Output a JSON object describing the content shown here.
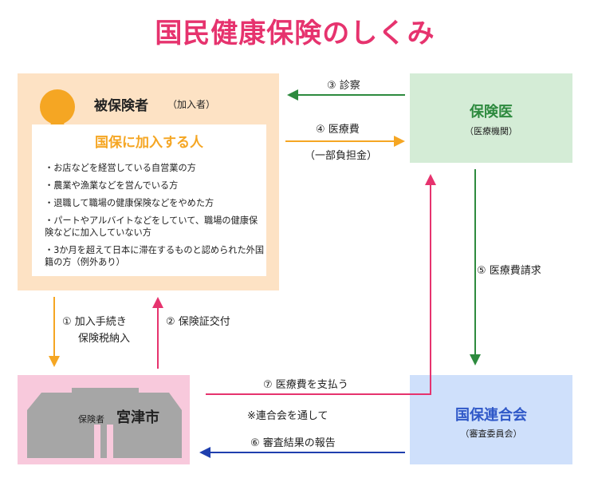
{
  "title": "国民健康保険のしくみ",
  "insured": {
    "title": "被保険者",
    "subtitle": "（加入者）",
    "heading": "国保に加入する人",
    "criteria": [
      "・お店などを経営している自営業の方",
      "・農業や漁業などを営んでいる方",
      "・退職して職場の健康保険などをやめた方",
      "・パートやアルバイトなどをしていて、職場の健康保険などに加入していない方",
      "・3か月を超えて日本に滞在するものと認められた外国籍の方（例外あり）"
    ]
  },
  "provider": {
    "title": "保険医",
    "subtitle": "（医療機関）"
  },
  "federation": {
    "title": "国保連合会",
    "subtitle": "（審査委員会）"
  },
  "insurer": {
    "label": "保険者",
    "name": "宮津市"
  },
  "flows": {
    "f1_line1": "① 加入手続き",
    "f1_line2": "保険税納入",
    "f2": "② 保険証交付",
    "f3": "③ 診察",
    "f4_line1": "④ 医療費",
    "f4_line2": "（一部負担金）",
    "f5": "⑤ 医療費請求",
    "f6": "⑥ 審査結果の報告",
    "f7_line1": "⑦ 医療費を支払う",
    "f7_line2": "※連合会を通して"
  },
  "colors": {
    "title": "#e6336e",
    "orange": "#f5a623",
    "green": "#2d8a3e",
    "pink": "#e6336e",
    "blue": "#1f3fae"
  }
}
